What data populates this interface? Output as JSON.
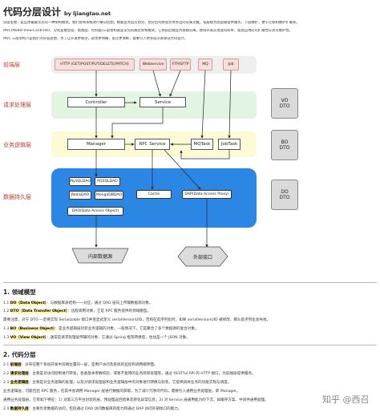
{
  "title": "代码分层设计",
  "byline": "by ljiangtao.net",
  "intro": [
    "分层思想，是应用最最常见的一种架构模式，我们会将系统进行横向切割，根据业务层次划分，划分后的各层负责各自的分离功能，低层级为高层级提供服务，下层维护，便于迁移和维护扩展等。",
    "MVC(Model-View-Controller，分别是模型层、视图层、控制层)三层架构就是常见的典型架构模式，它将前后端业务逻辑分离，使得开发实现变得简单，提高应用的可扩展性以及可维护性。",
    "MVC 三层架构只是粗犷的分层思想，为了让开发更规范，职责更明确，层次更清晰，需要引入更多层次来保证代码设计。"
  ],
  "layers": [
    "前端层",
    "请求处理层",
    "业务逻辑层",
    "数据持久层"
  ],
  "front_boxes": [
    "HTTP (GET/POST/PUT/DELETE/PATCH)",
    "Webservice",
    "FTP/SFTP",
    "MQ",
    "Job"
  ],
  "request_boxes": [
    "Controller",
    "Service"
  ],
  "logic_boxes": [
    "Manager",
    "RPC Service",
    "MQTask",
    "JobTask"
  ],
  "persist_boxes": [
    "MySQLDAO",
    "PGSQLDAO",
    "RedisDAO",
    "MongoDBDAO",
    "DAO(Data Access Object)",
    "Cache",
    "DAP(Data Access Proxy)"
  ],
  "storage": [
    "内部数据源",
    "外部接口"
  ],
  "dto_labels": [
    {
      "top": "VO",
      "bottom": "DTO"
    },
    {
      "top": "BO",
      "bottom": "DTO"
    },
    {
      "top": "DO",
      "bottom": "DTO"
    }
  ],
  "section1": {
    "heading": "1. 领域模型",
    "lines": [
      {
        "n": "1.1 ",
        "k": "DO（Data Object）",
        "t": "：与数据库表结构一一对应，通过 DAO 层向上传输数据源对象。"
      },
      {
        "n": "1.2 ",
        "k": "DTO（Data Transfer Object）",
        "t": "：远程调用对象，它是 RPC 服务提供的领域模型。"
      },
      {
        "n": "",
        "k": "",
        "t": "需要注意，对于 DTO 一定要实现 Serializable 接口并且显式定义 serialVersionUID，否则在反序列化时，如果 serialVersionUID 被修改，那么反序列化会失败。"
      },
      {
        "n": "1.3 ",
        "k": "BO（Business Object）",
        "t": "：是业务逻辑层封装业务逻辑的对象，一般情况下，它是聚合了多个数据源的复合对象。"
      },
      {
        "n": "1.3 ",
        "k": "VO（View Object）",
        "t": "：通常是请求处理层传输的对象，它通过 Spring 框架转换后，往往是一个 JSON 对象。"
      }
    ]
  },
  "section2": {
    "heading": "2. 代码分层",
    "lines": [
      {
        "n": "2.1 ",
        "k": "前端层",
        "t": "：分布在整个系统开发中前端位置的一层，是用户访问及系统的监控和调用端界面。"
      },
      {
        "n": "2.2 ",
        "k": "请求处理层",
        "t": "：主要是对访问控制进行转发，各类基本参数校验，或者不复用的业务简单处理等。通过 RESTful API 的 HTTP 接口，为前端层提供服务。"
      },
      {
        "n": "2.3 ",
        "k": "业务逻辑层",
        "t": "：主要是对业务逻辑的处理，以及对请求处理层和业务逻辑层中的对象进行转换与封装，它提供具体业务的功能实现与调度。"
      },
      {
        "n": "",
        "k": "",
        "t": "业务逻辑层，可能包括 RPC 服务，在其中会调用 Manager 层进行数据的获取，为了减少冗余的代码，需要引入通用业务处理层，即 Manager。"
      },
      {
        "n": "",
        "k": "",
        "t": "通用业务处理层，它有如下特征：1) 对第三方平台封装的层，预处理返回结果及转化异常信息；2) 对 Service 层通用能力的下沉，如缓存方案、中间件通用处理。"
      },
      {
        "n": "2.4 ",
        "k": "数据持久层",
        "t": "：主要负责数据的访问，包括通过 DAO 访问数据库的能力和通过 DAP 访问外部接口的能力。"
      }
    ]
  },
  "watermark": "知乎 @西召"
}
